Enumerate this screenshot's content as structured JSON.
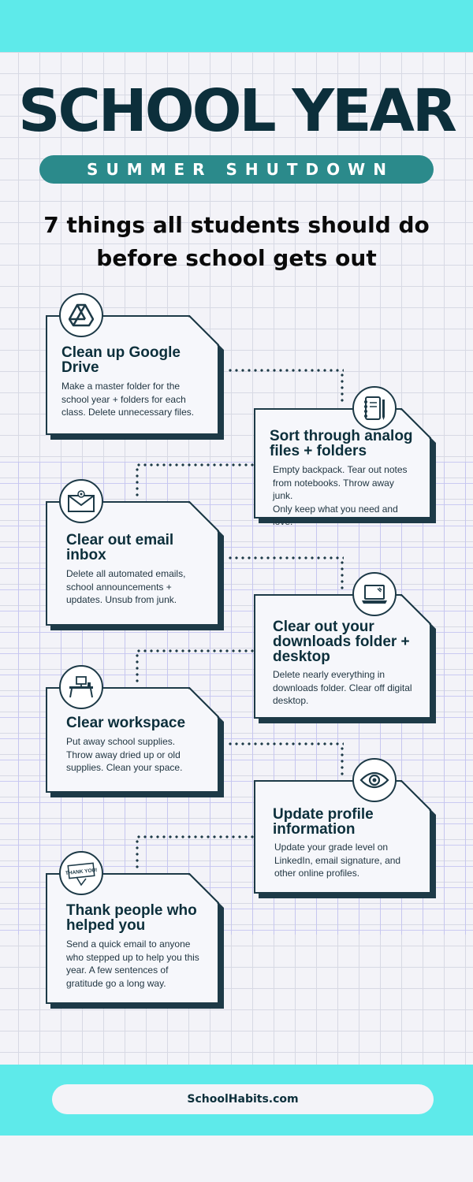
{
  "header": {
    "title": "SCHOOL YEAR",
    "subtitle": "SUMMER SHUTDOWN",
    "headline_line1": "7 things all students should do",
    "headline_line2": "before school gets out"
  },
  "steps": [
    {
      "title_line1": "Clean up Google",
      "title_line2": "Drive",
      "desc_line1": "Make a master folder for the",
      "desc_line2": "school year + folders for each",
      "desc_line3": "class. Delete unnecessary files.",
      "icon": "google-drive-icon"
    },
    {
      "title_line1": "Sort through analog",
      "title_line2": "files + folders",
      "desc_line1": "Empty backpack. Tear out notes",
      "desc_line2": "from notebooks. Throw away junk.",
      "desc_line3": "Only keep what you need and love.",
      "icon": "notebook-icon"
    },
    {
      "title_line1": "Clear out email",
      "title_line2": "inbox",
      "desc_line1": "Delete all automated emails,",
      "desc_line2": "school announcements  +",
      "desc_line3": "updates. Unsub from junk.",
      "icon": "email-icon"
    },
    {
      "title_line1": "Clear out your",
      "title_line2": "downloads folder +",
      "title_line3": "desktop",
      "desc_line1": "Delete nearly everything in",
      "desc_line2": "downloads folder. Clear off digital",
      "desc_line3": "desktop.",
      "icon": "laptop-icon"
    },
    {
      "title_line1": "Clear workspace",
      "desc_line1": "Put away school supplies.",
      "desc_line2": "Throw away dried up or old",
      "desc_line3": "supplies. Clean your space.",
      "icon": "desk-icon"
    },
    {
      "title_line1": "Update profile",
      "title_line2": "information",
      "desc_line1": "Update your grade level on",
      "desc_line2": "LinkedIn, email signature, and",
      "desc_line3": "other online profiles.",
      "icon": "eye-icon"
    },
    {
      "title_line1": "Thank people who",
      "title_line2": "helped you",
      "desc_line1": "Send a quick email to anyone",
      "desc_line2": "who stepped up to help you this",
      "desc_line3": "year. A few sentences of",
      "desc_line4": "gratitude go a long way.",
      "icon": "thank-you-note-icon",
      "icon_text": "THANK YOU!"
    }
  ],
  "footer": {
    "website": "SchoolHabits.com"
  },
  "colors": {
    "accent_cyan": "#5eeaea",
    "teal_pill": "#2b8a8b",
    "navy": "#0c2f3b"
  }
}
